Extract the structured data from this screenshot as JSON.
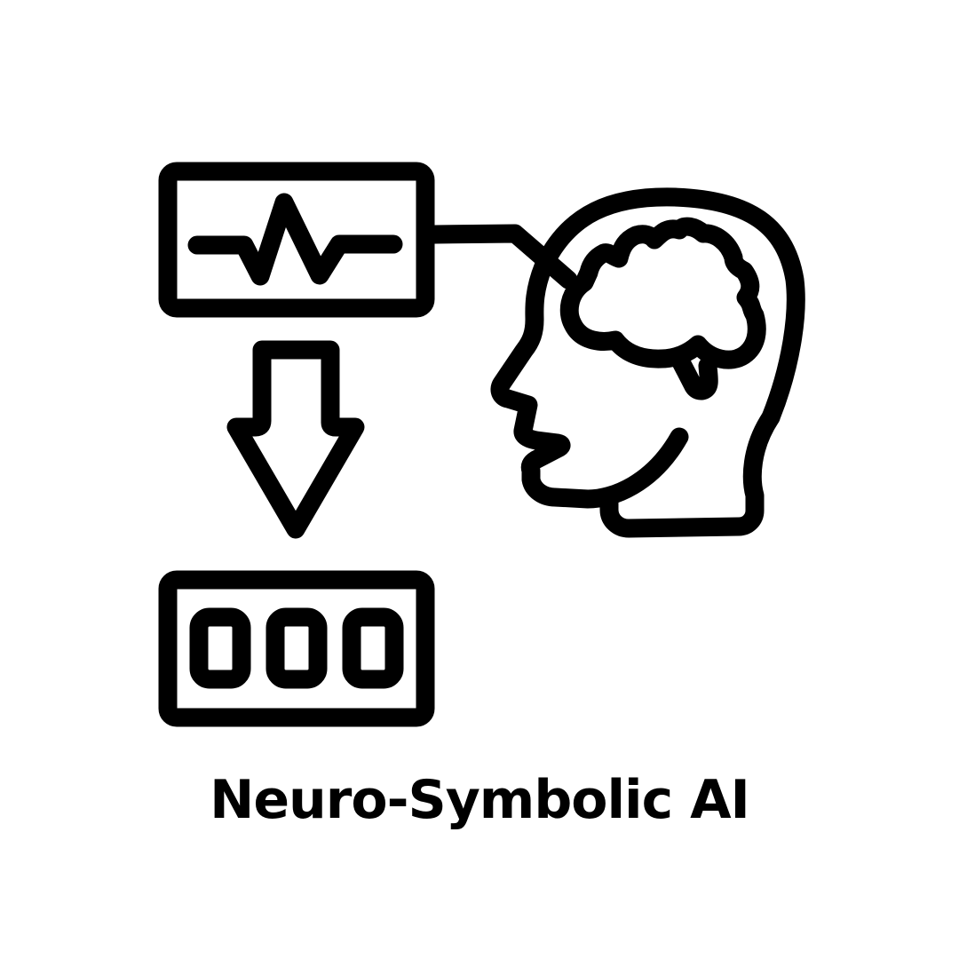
{
  "diagram": {
    "title": "Neuro-Symbolic AI",
    "colors": {
      "stroke": "#000000",
      "background": "#ffffff"
    },
    "elements": [
      {
        "id": "signal-monitor",
        "icon": "waveform-icon"
      },
      {
        "id": "down-arrow",
        "icon": "arrow-down-icon"
      },
      {
        "id": "symbol-display",
        "icon": "digit-blocks-icon",
        "digits": [
          "0",
          "0",
          "0"
        ]
      },
      {
        "id": "human-head",
        "icon": "head-brain-icon"
      }
    ]
  }
}
